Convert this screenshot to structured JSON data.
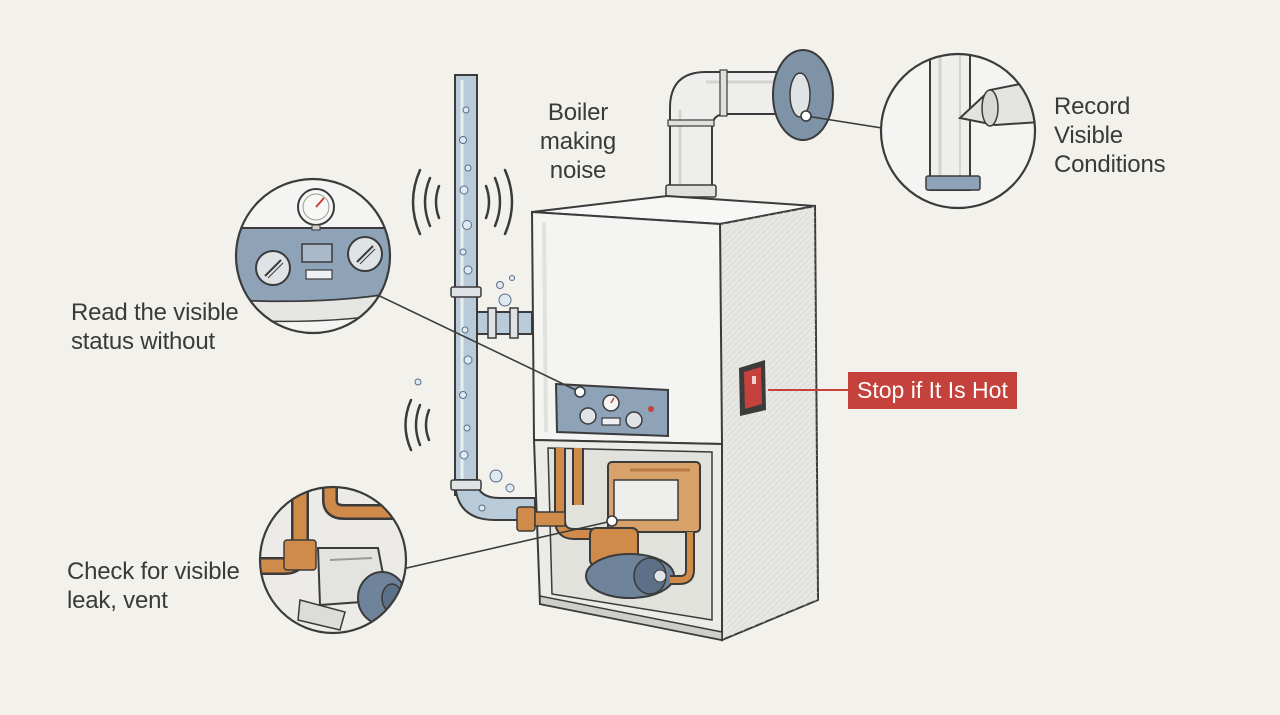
{
  "labels": {
    "noise": "Boiler\nmaking\nnoise",
    "record": "Record\nVisible\nConditions",
    "read_status": "Read the visible\nstatus without",
    "check_leak": "Check for visible\nleak, vent",
    "stop_hot": "Stop if It Is Hot"
  },
  "colors": {
    "background": "#f2f1ec",
    "outline": "#3b3b3b",
    "boiler_body": "#f4f4f2",
    "panel": "#8ea2b8",
    "copper": "#d08a4a",
    "pipe_blue": "#b9cad9",
    "warning_red": "#c5413b"
  },
  "icons": [
    "boiler-unit-icon",
    "flue-pipe-icon",
    "vertical-pipe-icon",
    "pressure-gauge-icon",
    "control-knob-icon",
    "pump-motor-icon",
    "red-switch-icon",
    "sound-wave-icon"
  ]
}
